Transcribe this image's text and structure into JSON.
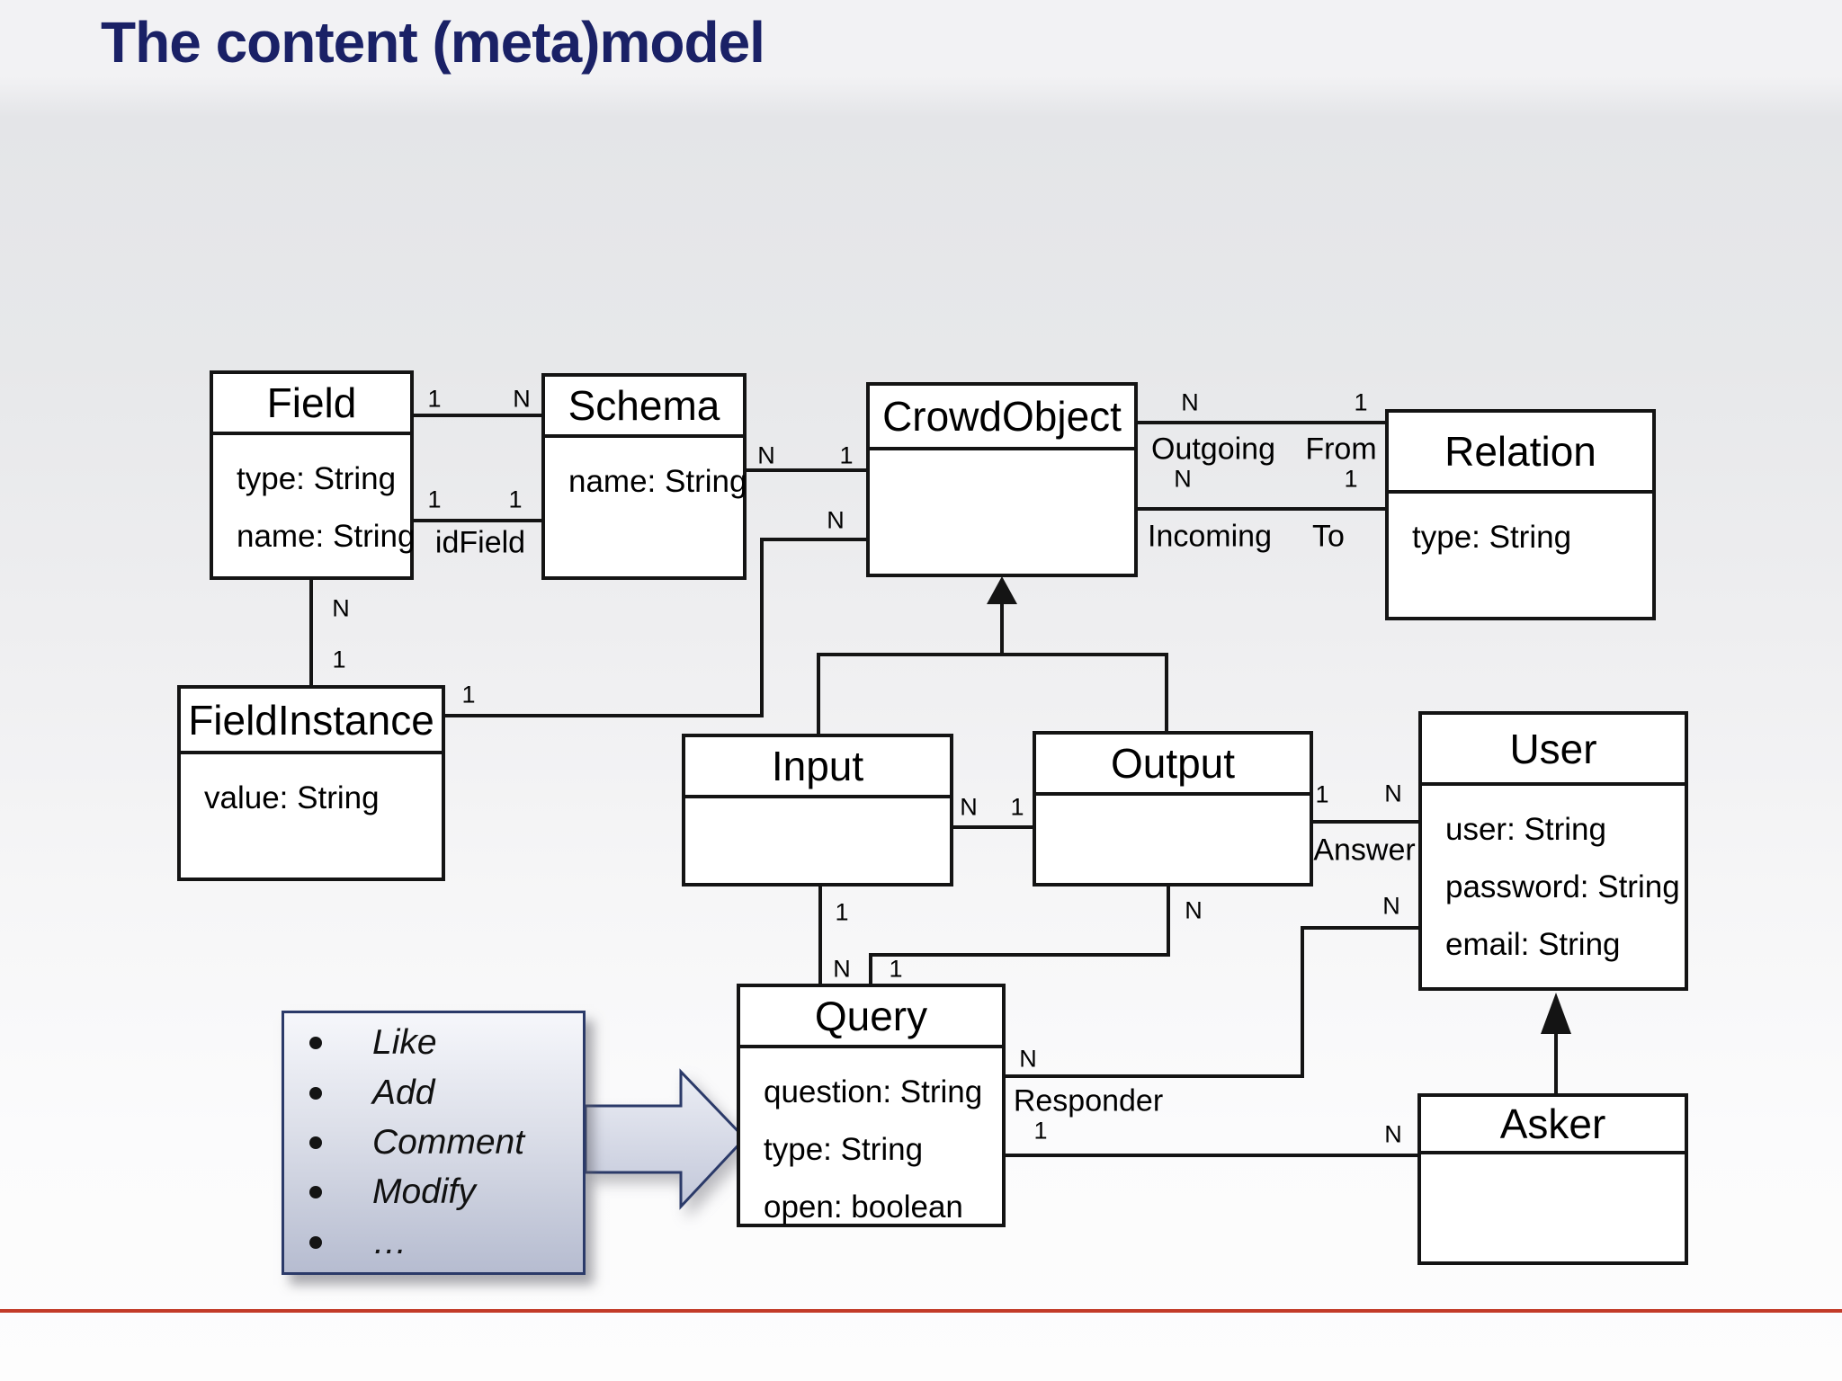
{
  "slide": {
    "title": "The content (meta)model",
    "title_color": "#1a2166",
    "footer_rule_color": "#c23a28"
  },
  "classes": [
    {
      "name": "Field",
      "attributes": [
        "type: String",
        "name: String"
      ]
    },
    {
      "name": "Schema",
      "attributes": [
        "name: String"
      ]
    },
    {
      "name": "CrowdObject",
      "attributes": []
    },
    {
      "name": "Relation",
      "attributes": [
        "type: String"
      ]
    },
    {
      "name": "FieldInstance",
      "attributes": [
        "value: String"
      ]
    },
    {
      "name": "Input",
      "attributes": []
    },
    {
      "name": "Output",
      "attributes": []
    },
    {
      "name": "User",
      "attributes": [
        "user: String",
        "password: String",
        "email: String"
      ]
    },
    {
      "name": "Query",
      "attributes": [
        "question: String",
        "type: String",
        "open: boolean"
      ]
    },
    {
      "name": "Asker",
      "attributes": []
    }
  ],
  "associations": [
    {
      "from": "Field",
      "to": "Schema",
      "from_mult": "1",
      "to_mult": "N"
    },
    {
      "from": "Field",
      "to": "Schema",
      "from_mult": "1",
      "to_mult": "1",
      "label": "idField"
    },
    {
      "from": "Field",
      "to": "FieldInstance",
      "from_mult": "N",
      "to_mult": "1"
    },
    {
      "from": "FieldInstance",
      "to": "CrowdObject",
      "from_mult": "1",
      "to_mult": "N"
    },
    {
      "from": "Schema",
      "to": "CrowdObject",
      "from_mult": "N",
      "to_mult": "1"
    },
    {
      "from": "CrowdObject",
      "to": "Relation",
      "from_mult": "N",
      "to_mult": "1",
      "from_role": "Outgoing",
      "to_role": "From"
    },
    {
      "from": "CrowdObject",
      "to": "Relation",
      "from_mult": "N",
      "to_mult": "1",
      "from_role": "Incoming",
      "to_role": "To"
    },
    {
      "from": "Input",
      "to": "Output",
      "from_mult": "N",
      "to_mult": "1"
    },
    {
      "from": "Output",
      "to": "User",
      "from_mult": "1",
      "to_mult": "N",
      "label": "Answer"
    },
    {
      "from": "Input",
      "to": "Query",
      "from_mult": "1",
      "to_mult": "N"
    },
    {
      "from": "Output",
      "to": "Query",
      "from_mult": "N",
      "to_mult": "1"
    },
    {
      "from": "Query",
      "to": "User",
      "from_mult": "N",
      "to_mult": "N",
      "label": "Responder"
    },
    {
      "from": "Query",
      "to": "Asker",
      "from_mult": "1",
      "to_mult": "N"
    }
  ],
  "generalizations": [
    {
      "from": "Input/Output",
      "to": "CrowdObject"
    },
    {
      "from": "Asker",
      "to": "User"
    }
  ],
  "callout": {
    "items": [
      "Like",
      "Add",
      "Comment",
      "Modify",
      "…"
    ]
  }
}
